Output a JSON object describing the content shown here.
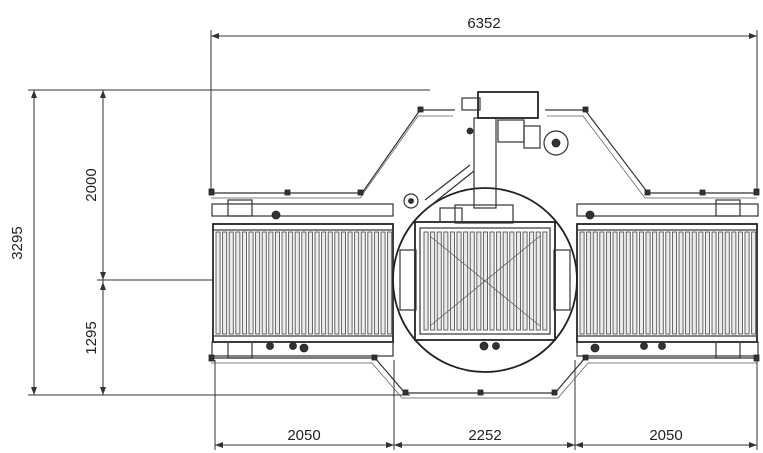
{
  "dimensions": {
    "overall_width": "6352",
    "overall_height": "3295",
    "upper_height": "2000",
    "lower_height": "1295",
    "left_conveyor": "2050",
    "center_turntable": "2252",
    "right_conveyor": "2050"
  },
  "colors": {
    "line": "#333333",
    "background": "#ffffff"
  }
}
